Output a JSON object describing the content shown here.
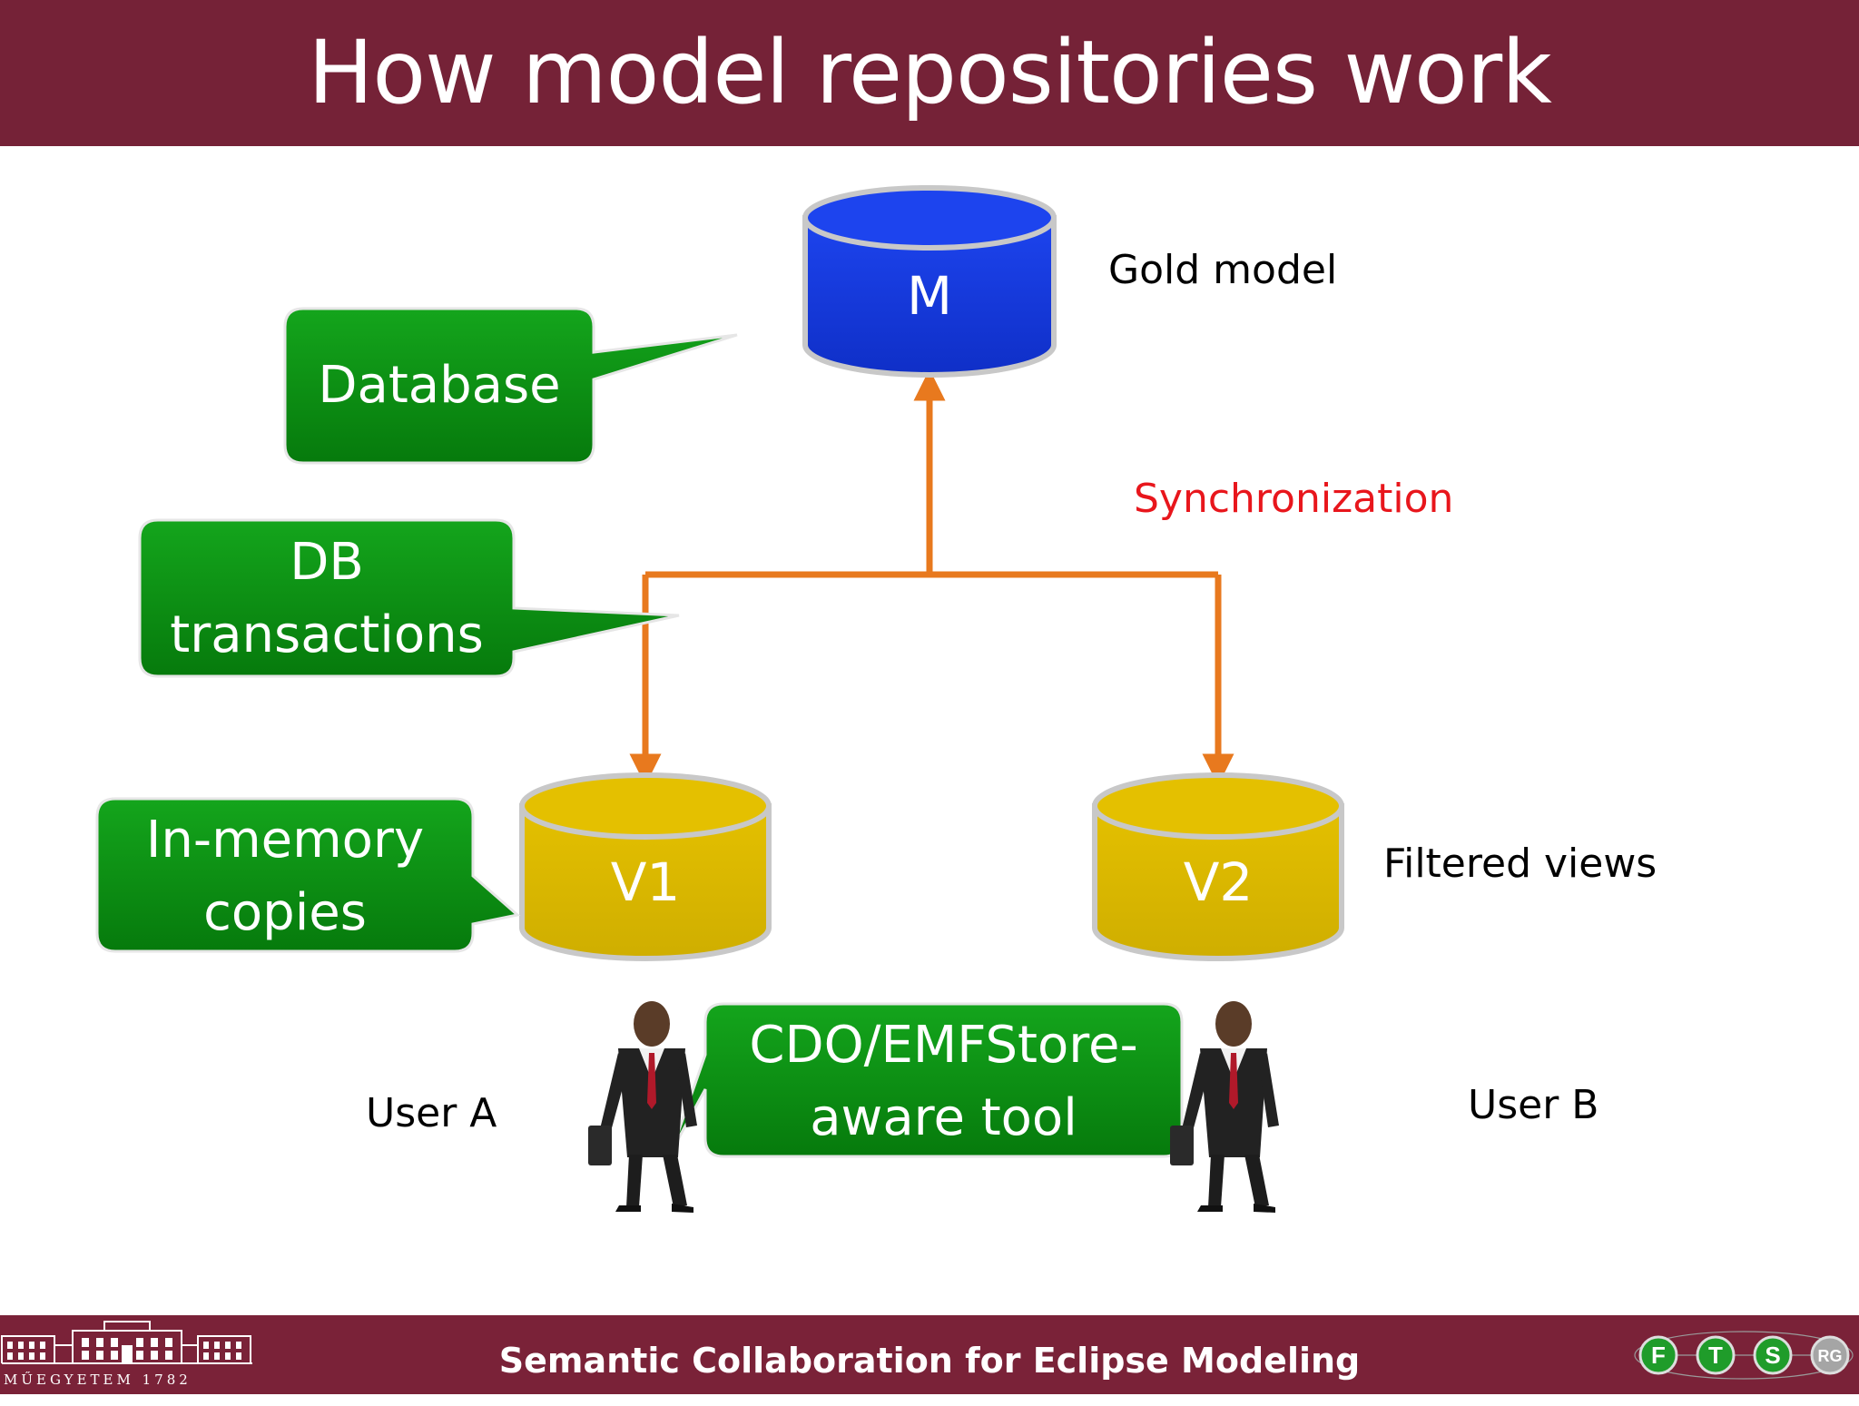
{
  "slide": {
    "title": "How model repositories work",
    "footer": "Semantic Collaboration for Eclipse Modeling"
  },
  "databases": {
    "gold": "M",
    "view1": "V1",
    "view2": "V2"
  },
  "labels": {
    "gold_model": "Gold model",
    "synchronization": "Synchronization",
    "filtered_views": "Filtered views",
    "user_a": "User A",
    "user_b": "User B"
  },
  "callouts": {
    "database": "Database",
    "db_transactions_1": "DB",
    "db_transactions_2": "transactions",
    "in_memory_1": "In-memory",
    "in_memory_2": "copies",
    "tool_1": "CDO/EMFStore-",
    "tool_2": "aware tool"
  },
  "logos": {
    "university": "MŰEGYETEM 1782",
    "group_letters": [
      "F",
      "T",
      "S",
      "RG"
    ]
  },
  "colors": {
    "header_bg": "#752237",
    "gold_db": "#1436d6",
    "view_db": "#dcb800",
    "callout": "#0a8a12",
    "sync_arrow": "#e8791e",
    "sync_label": "#e8161c"
  }
}
